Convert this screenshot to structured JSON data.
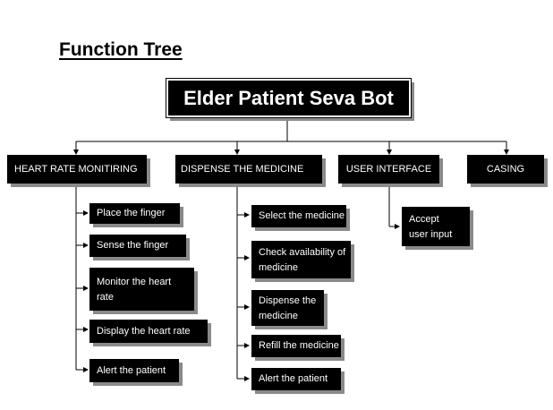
{
  "title": "Function Tree",
  "root": "Elder Patient Seva Bot",
  "branches": [
    {
      "label": "HEART RATE MONITIRING",
      "children": [
        "Place the finger",
        "Sense the finger",
        "Monitor the heart\nrate",
        "Display the heart rate",
        "Alert the patient"
      ]
    },
    {
      "label": "DISPENSE THE MEDICINE",
      "children": [
        "Select the medicine",
        "Check availability of\nmedicine",
        "Dispense the\nmedicine",
        "Refill the medicine",
        "Alert the patient"
      ]
    },
    {
      "label": "USER INTERFACE",
      "children": [
        "Accept\nuser input"
      ]
    },
    {
      "label": "CASING",
      "children": []
    }
  ],
  "colors": {
    "box": "#000000",
    "text": "#ffffff",
    "shadow": "#8a8a8a",
    "line": "#000000"
  }
}
